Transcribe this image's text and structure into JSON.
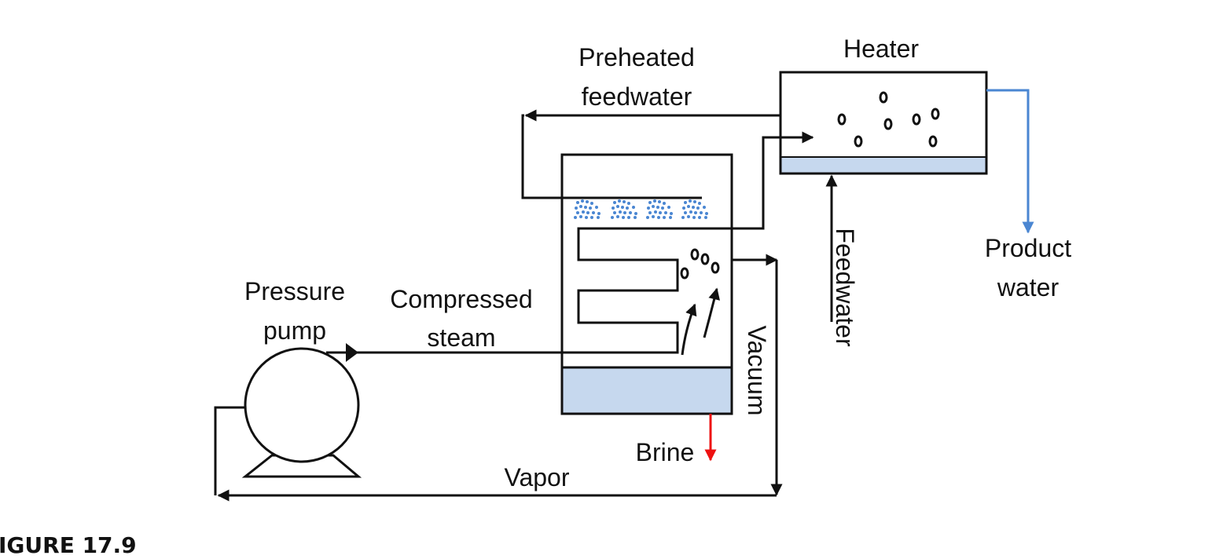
{
  "labels": {
    "preheated_1": "Preheated",
    "preheated_2": "feedwater",
    "heater": "Heater",
    "product_1": "Product",
    "product_2": "water",
    "feedwater": "Feedwater",
    "pressure_1": "Pressure",
    "pressure_2": "pump",
    "compressed_1": "Compressed",
    "compressed_2": "steam",
    "vacuum": "Vacuum",
    "brine": "Brine",
    "vapor": "Vapor"
  },
  "figure_caption": "IGURE 17.9",
  "colors": {
    "line": "#111111",
    "liquid_fill": "#c6d8ee",
    "product_line": "#4a86d2",
    "brine_arrow": "#ee1111",
    "spray": "#4a86d2"
  }
}
